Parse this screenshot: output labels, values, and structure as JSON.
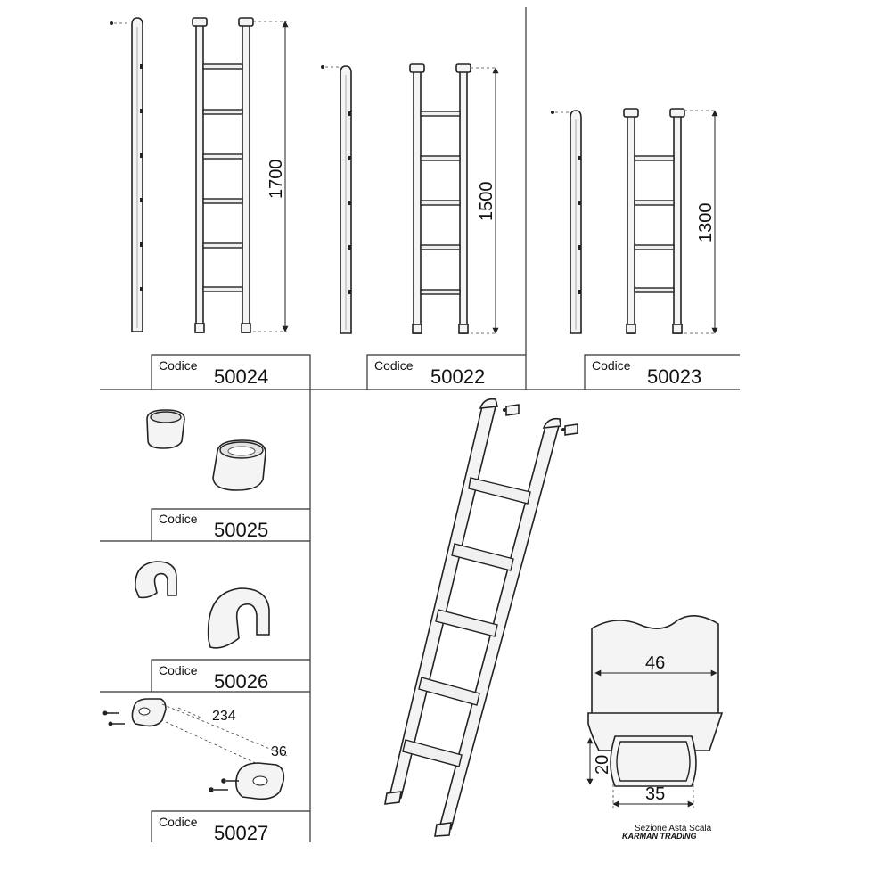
{
  "codes": {
    "label": "Codice",
    "c1": "50024",
    "c2": "50022",
    "c3": "50023",
    "c4": "50025",
    "c5": "50026",
    "c6": "50027"
  },
  "dimensions": {
    "h1": "1700",
    "h2": "1500",
    "h3": "1300",
    "bracket_length": "234",
    "bracket_offset": "36",
    "section_width_top": "46",
    "section_height": "20",
    "section_width": "35"
  },
  "caption": {
    "section_title": "Sezione Asta Scala",
    "brand": "KARMAN TRADING"
  }
}
